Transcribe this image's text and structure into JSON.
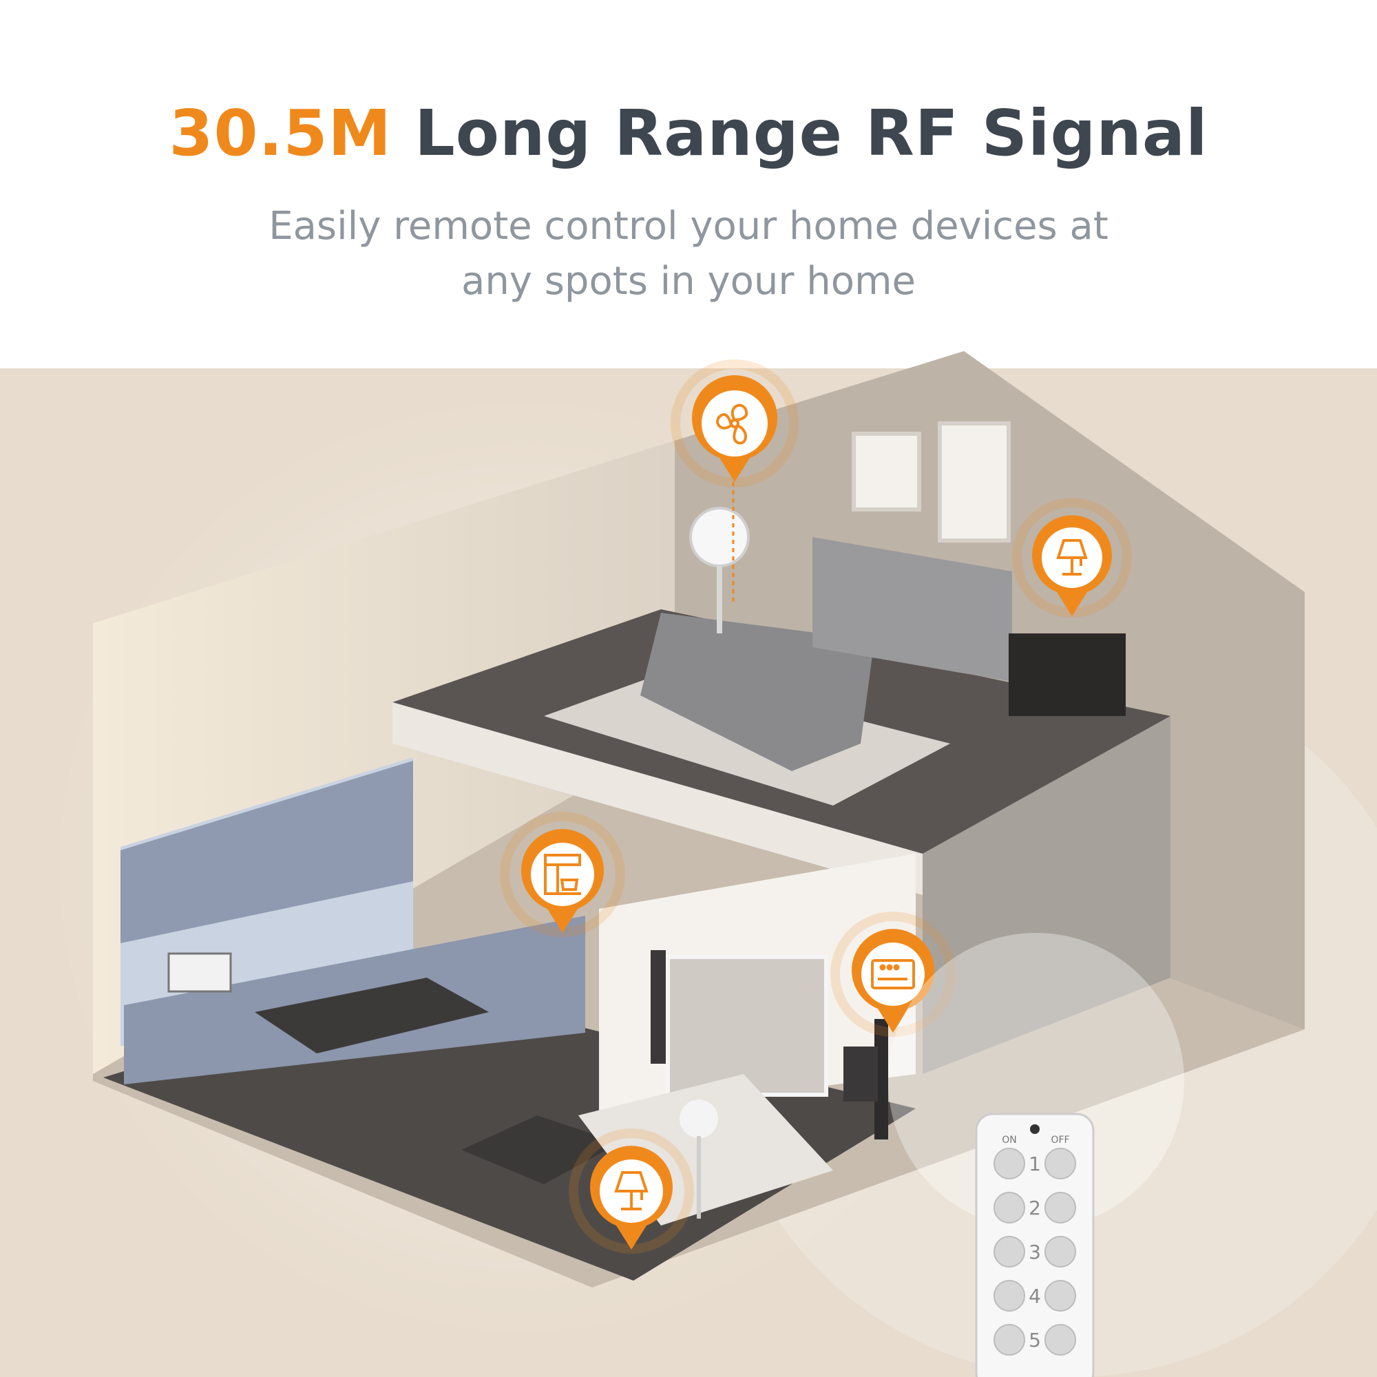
{
  "header": {
    "title_accent": "30.5M",
    "title_rest": "Long Range RF Signal",
    "subtitle_line1": "Easily remote control your home devices at",
    "subtitle_line2": "any spots in your home"
  },
  "remote": {
    "on_label": "ON",
    "off_label": "OFF",
    "channels": [
      "1",
      "2",
      "3",
      "4",
      "5"
    ]
  },
  "device_pins": [
    "fan-icon",
    "table-lamp-icon",
    "coffee-machine-icon",
    "audio-receiver-icon",
    "table-lamp-icon"
  ],
  "colors": {
    "accent": "#f0891c",
    "title": "#3e4650",
    "subtitle": "#8f969e",
    "background_panel": "#e7dccd"
  }
}
